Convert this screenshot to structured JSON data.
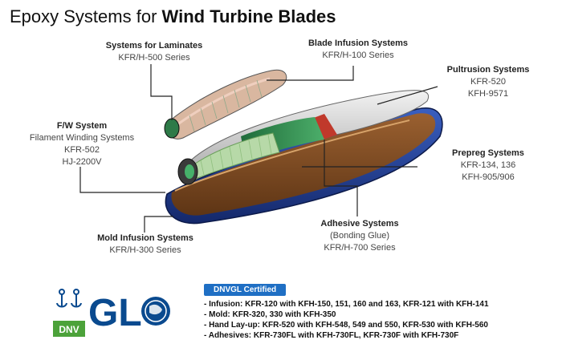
{
  "title": {
    "regular": "Epoxy Systems for",
    "bold": "Wind Turbine Blades"
  },
  "labels": {
    "laminates": {
      "head": "Systems for Laminates",
      "lines": [
        "KFR/H-500 Series"
      ]
    },
    "blade_infusion": {
      "head": "Blade Infusion Systems",
      "lines": [
        "KFR/H-100 Series"
      ]
    },
    "pultrusion": {
      "head": "Pultrusion Systems",
      "lines": [
        "KFR-520",
        "KFH-9571"
      ]
    },
    "fw": {
      "head": "F/W System",
      "lines": [
        "Filament Winding Systems",
        "KFR-502",
        "HJ-2200V"
      ]
    },
    "prepreg": {
      "head": "Prepreg Systems",
      "lines": [
        "KFR-134, 136",
        "KFH-905/906"
      ]
    },
    "adhesive": {
      "head": "Adhesive Systems",
      "lines": [
        "(Bonding Glue)",
        "KFR/H-700 Series"
      ]
    },
    "mold_infusion": {
      "head": "Mold Infusion Systems",
      "lines": [
        "KFR/H-300 Series"
      ]
    }
  },
  "logo": {
    "dnv": "DNV",
    "gl": "GL"
  },
  "certification": {
    "badge": "DNVGL Certified",
    "items": [
      "- Infusion: KFR-120 with KFH-150, 151, 160 and 163, KFR-121 with KFH-141",
      "- Mold: KFR-320, 330 with KFH-350",
      "- Hand Lay-up: KFR-520 with KFH-548, 549 and 550, KFR-530 with KFH-560",
      "- Adhesives: KFR-730FL with KFH-730FL, KFR-730F with KFH-730F"
    ]
  },
  "colors": {
    "mold_blue": "#1f3f9a",
    "mold_brown": "#7a4a22",
    "green": "#2d7d4a",
    "red": "#c0392b",
    "logo_blue": "#0a4a8f",
    "badge_blue": "#1f6fc4"
  }
}
